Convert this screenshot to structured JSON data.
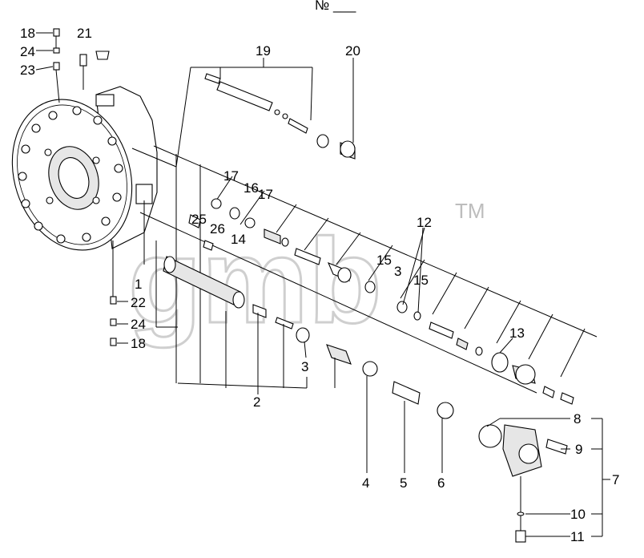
{
  "diagram": {
    "header_mark": "№ ___",
    "watermark": "gmb",
    "watermark_tm": "TM",
    "callouts": {
      "p1": "1",
      "p2": "2",
      "p3a": "3",
      "p3b": "3",
      "p4": "4",
      "p5": "5",
      "p6": "6",
      "p7": "7",
      "p8": "8",
      "p9": "9",
      "p10": "10",
      "p11": "11",
      "p12": "12",
      "p13": "13",
      "p14": "14",
      "p15a": "15",
      "p15b": "15",
      "p16": "16",
      "p17a": "17",
      "p17b": "17",
      "p18a": "18",
      "p18b": "18",
      "p19": "19",
      "p20": "20",
      "p21": "21",
      "p22": "22",
      "p23": "23",
      "p24a": "24",
      "p24b": "24",
      "p25": "25",
      "p26": "26"
    }
  }
}
